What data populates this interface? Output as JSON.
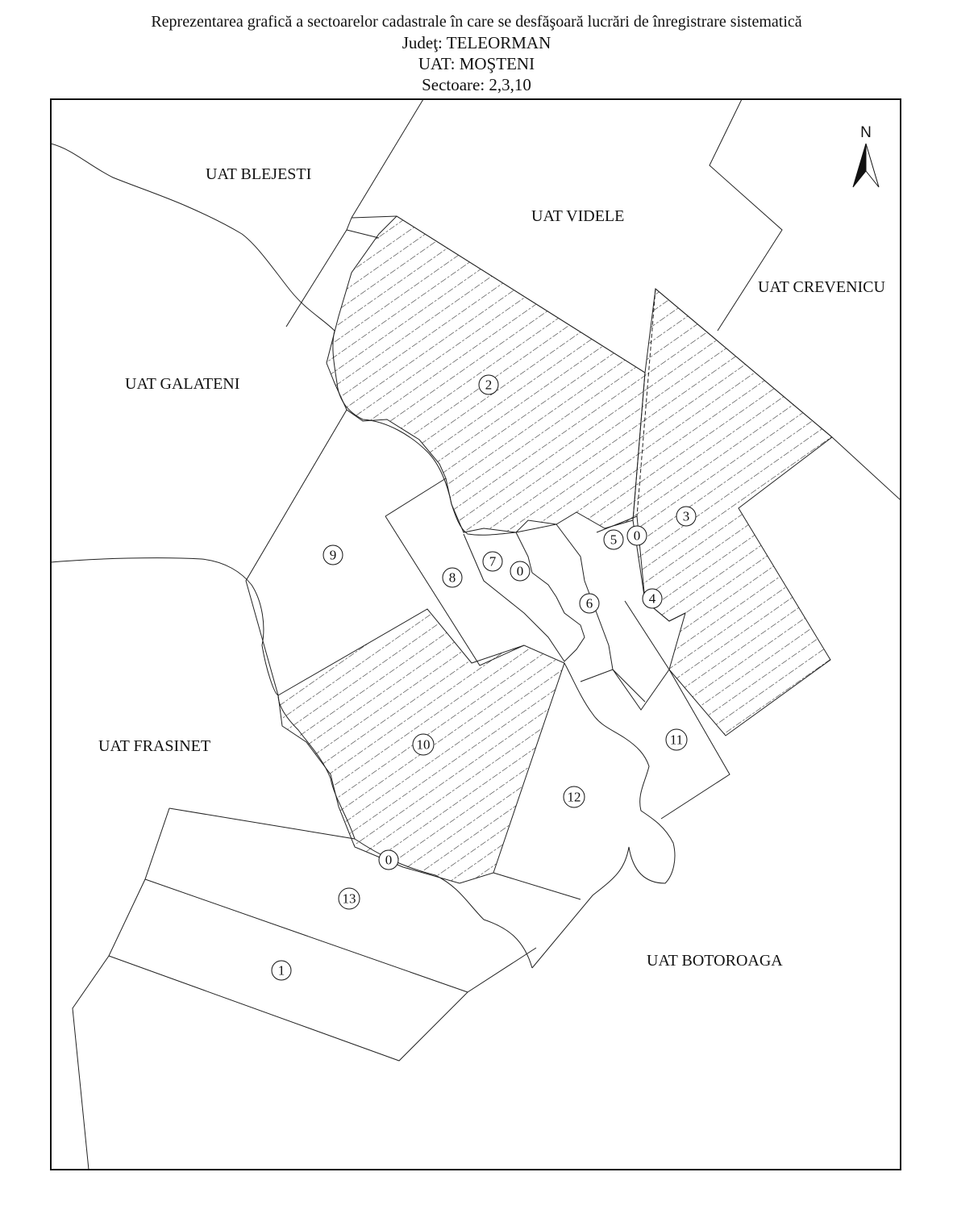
{
  "header": {
    "title": "Reprezentarea grafică a sectoarelor cadastrale în care se desfăşoară lucrări de înregistrare sistematică",
    "county": "Judeţ: TELEORMAN",
    "uat": "UAT: MOŞTENI",
    "sectors": "Sectoare: 2,3,10"
  },
  "map": {
    "north_label": "N",
    "neighbors": {
      "blejesti": "UAT BLEJESTI",
      "videle": "UAT VIDELE",
      "crevenicu": "UAT CREVENICU",
      "galateni": "UAT GALATENI",
      "frasinet": "UAT FRASINET",
      "botoroaga": "UAT BOTOROAGA"
    },
    "sector_numbers": {
      "s2": "2",
      "s3": "3",
      "s9": "9",
      "s8": "8",
      "s7": "7",
      "s0a": "0",
      "s5": "5",
      "s0b": "0",
      "s6": "6",
      "s4": "4",
      "s10": "10",
      "s11": "11",
      "s12": "12",
      "s0c": "0",
      "s13": "13",
      "s1": "1"
    },
    "highlighted_sectors": [
      "2",
      "3",
      "10"
    ]
  }
}
